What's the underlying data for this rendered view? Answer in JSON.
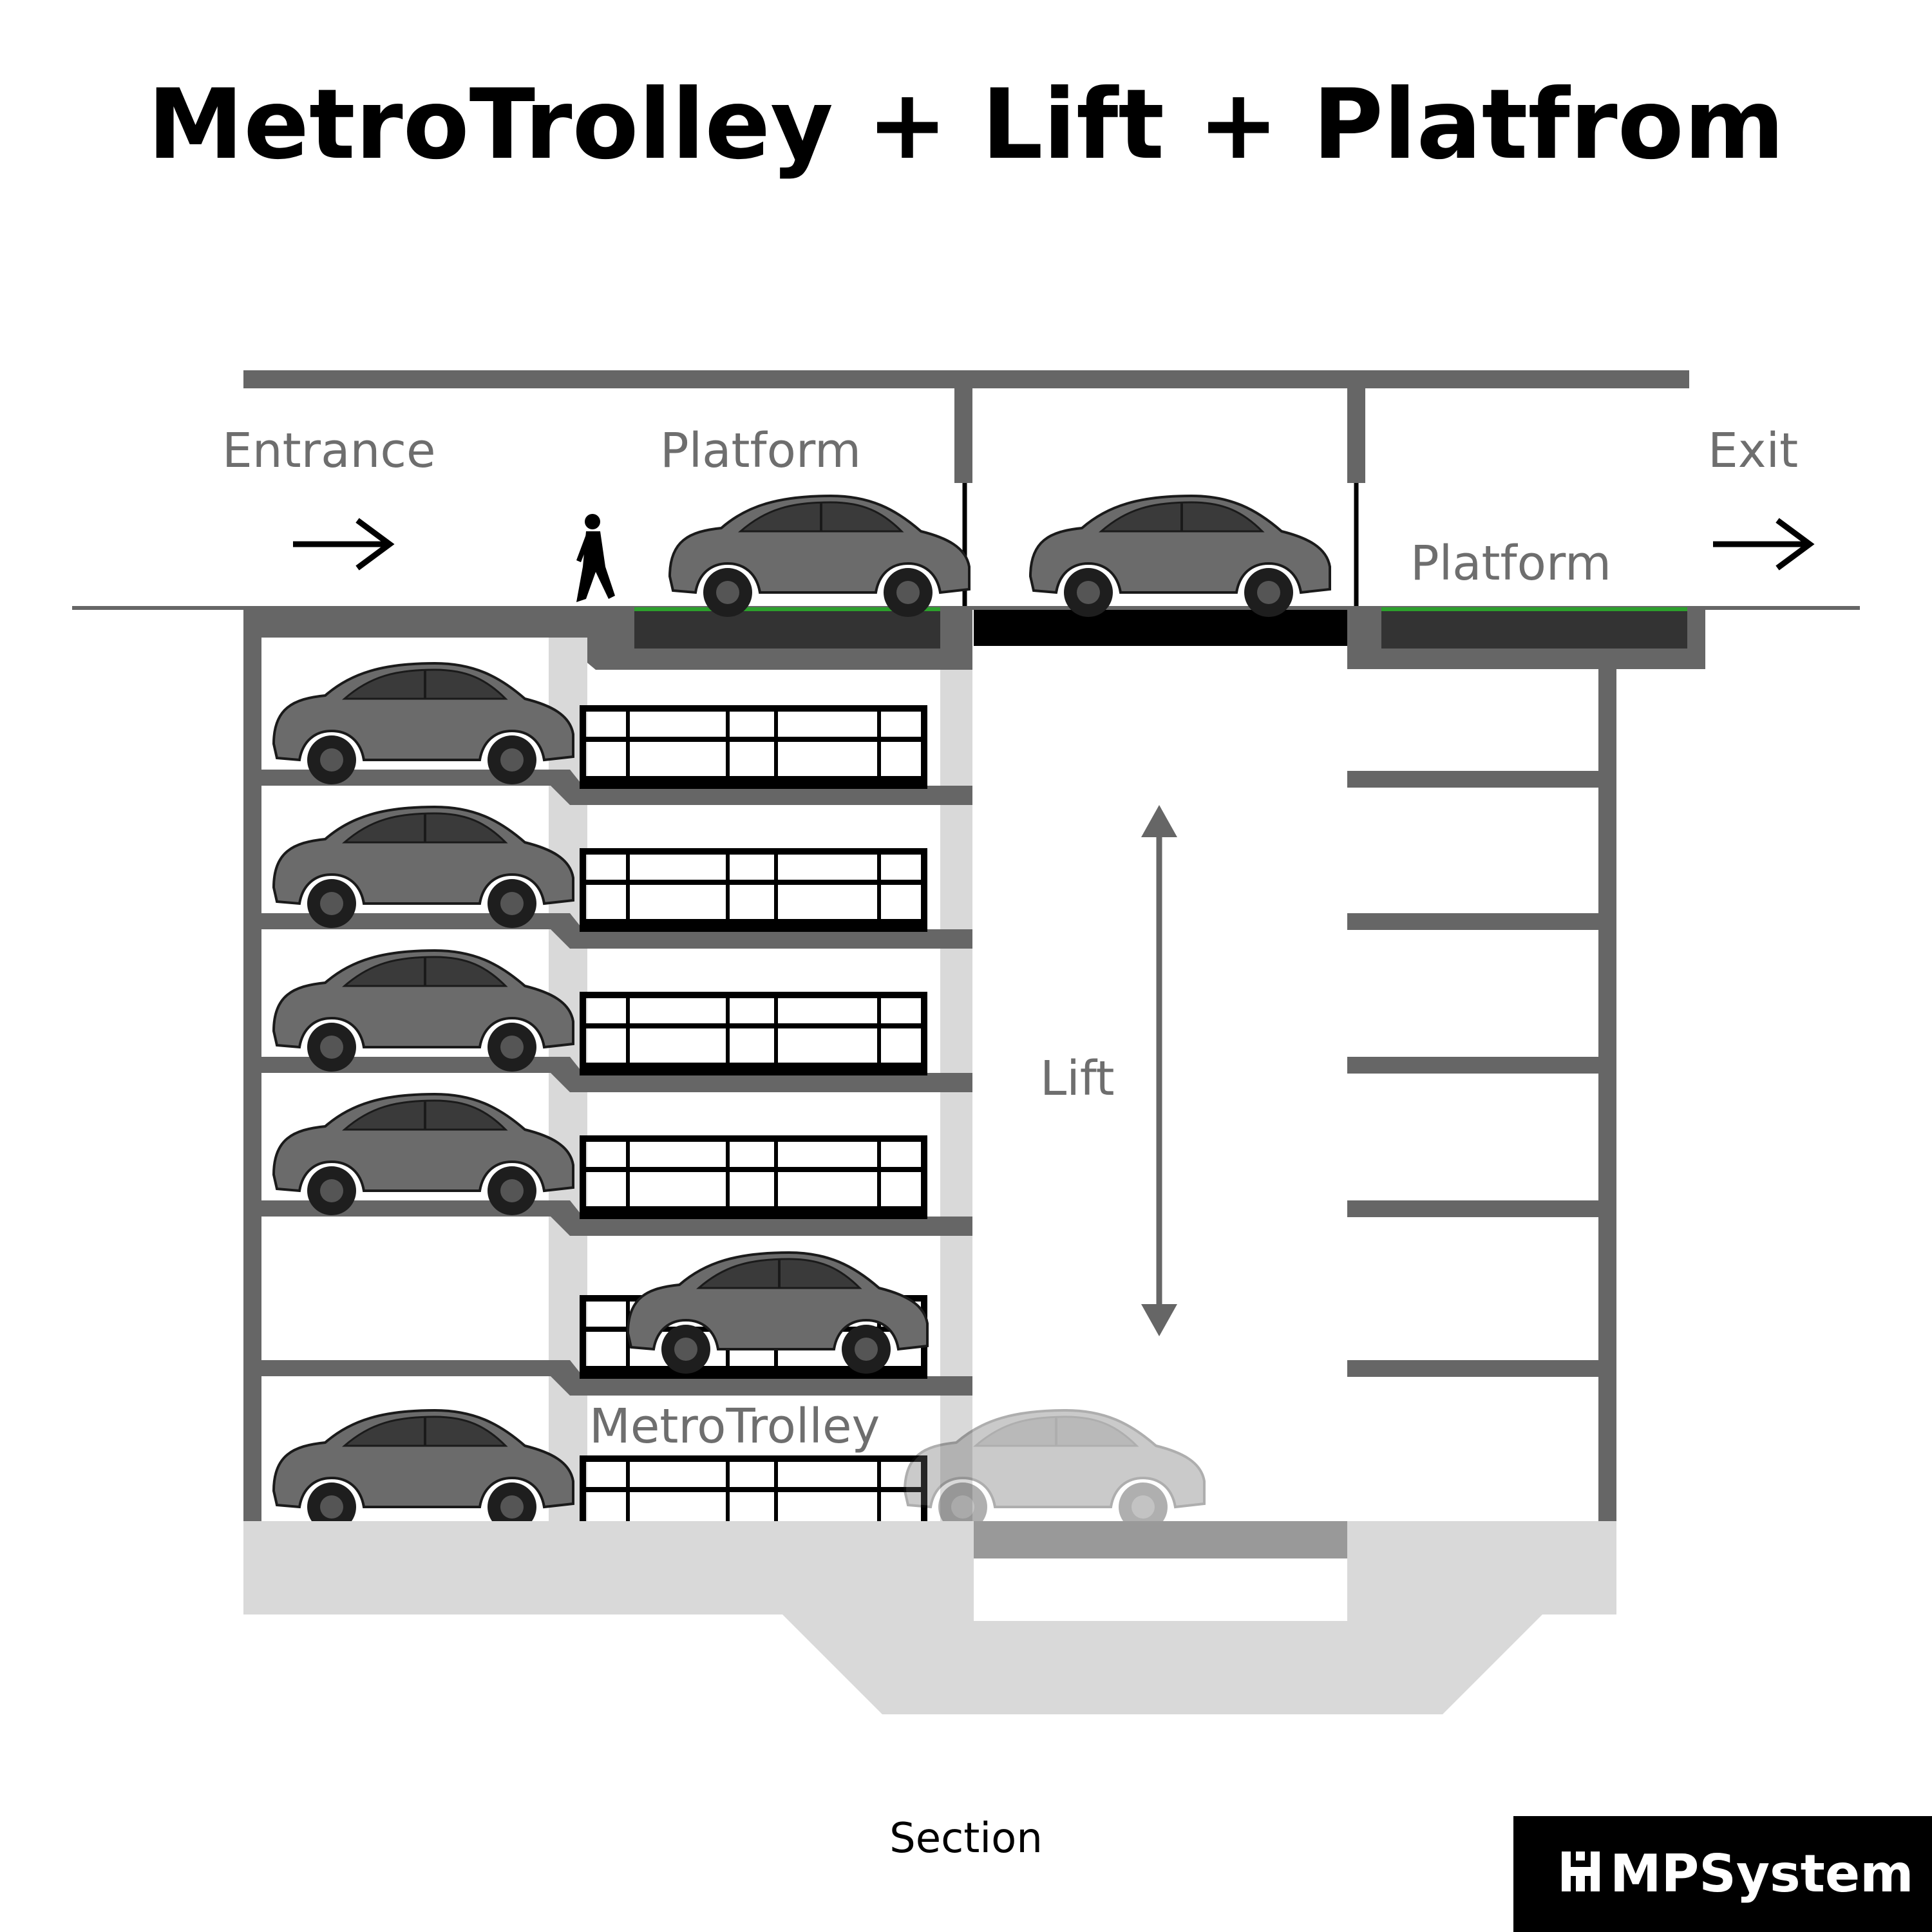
{
  "title": "MetroTrolley + Lift + Platfrom",
  "labels": {
    "entrance": "Entrance",
    "platform_left": "Platform",
    "platform_right": "Platform",
    "exit": "Exit",
    "lift": "Lift",
    "metrotrolley": "MetroTrolley"
  },
  "caption": "Section",
  "brand": {
    "name": "MPSystem",
    "icon": "mpsystem-logo-icon",
    "background": "#000000"
  },
  "colors": {
    "structure": "#666666",
    "light_structure": "#d9d9d9",
    "platform_dark": "#333333",
    "platform_surface": "#2ca02c",
    "lift_floor": "#000000",
    "car": "#6b6b6b",
    "car_ghost": "#bdbdbd"
  },
  "icons": {
    "arrow": "arrow-right-icon",
    "lift_arrow": "double-arrow-vertical-icon",
    "person": "person-walking-icon",
    "car": "car-icon",
    "trolley": "trolley-rack-icon"
  }
}
